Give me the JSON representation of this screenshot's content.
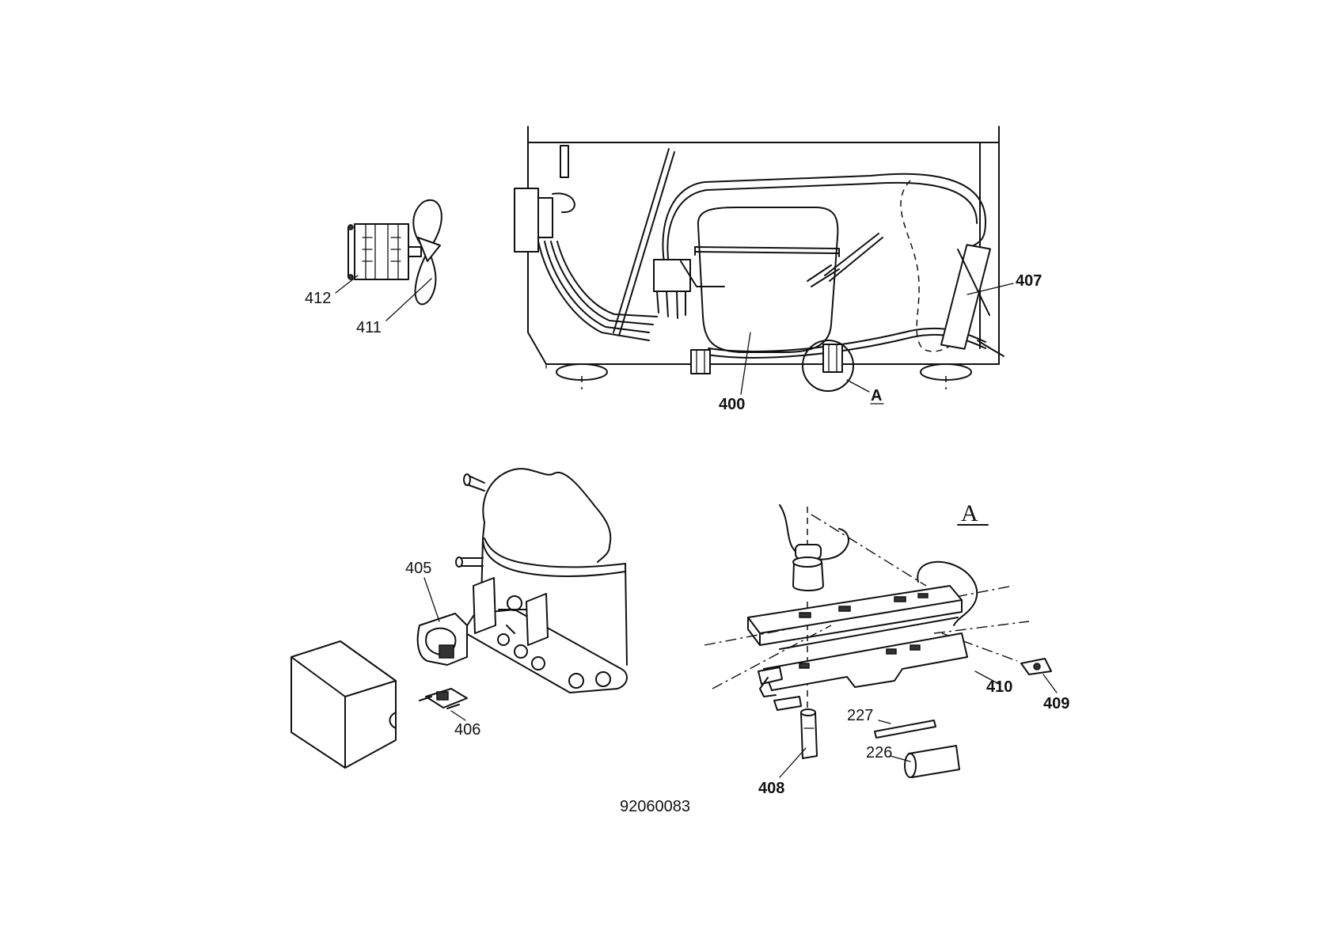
{
  "labels": {
    "p412": "412",
    "p411": "411",
    "p407": "407",
    "p400": "400",
    "callout_a": "A",
    "p405": "405",
    "p406": "406",
    "detail_a": "A",
    "p227": "227",
    "p410": "410",
    "p409": "409",
    "p226": "226",
    "p408": "408"
  },
  "drawing_number": "92060083"
}
